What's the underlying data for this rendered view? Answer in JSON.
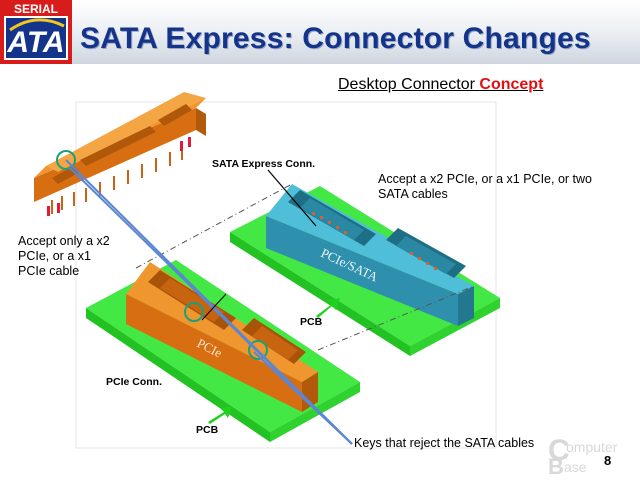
{
  "header": {
    "logo_top": "SERIAL",
    "logo_main": "ATA",
    "title": "SATA Express: Connector Changes"
  },
  "subtitle": {
    "text": "Desktop Connector ",
    "accent": "Concept"
  },
  "labels": {
    "sata_express_conn": "SATA Express Conn.",
    "accept_x2_sata": "Accept a x2 PCIe, or a x1 PCIe, or two SATA cables",
    "accept_only_x2": "Accept only a x2 PCIe, or a x1 PCIe cable",
    "pcb_top": "PCB",
    "pcie_conn": "PCIe Conn.",
    "pcb_bottom": "PCB",
    "keys": "Keys that reject the SATA cables",
    "connector_text_sata": "PCIe/SATA",
    "connector_text_pcie": "PCIe"
  },
  "watermark": {
    "top": "omputer",
    "bottom": "ase"
  },
  "page_number": "8",
  "colors": {
    "title": "#13348a",
    "accent": "#e01010",
    "orange": "#e8821e",
    "teal": "#3aa8c4",
    "pcb_green": "#3ee03e",
    "arrow_green": "#1fd21f",
    "key_line": "#5a86d2"
  }
}
